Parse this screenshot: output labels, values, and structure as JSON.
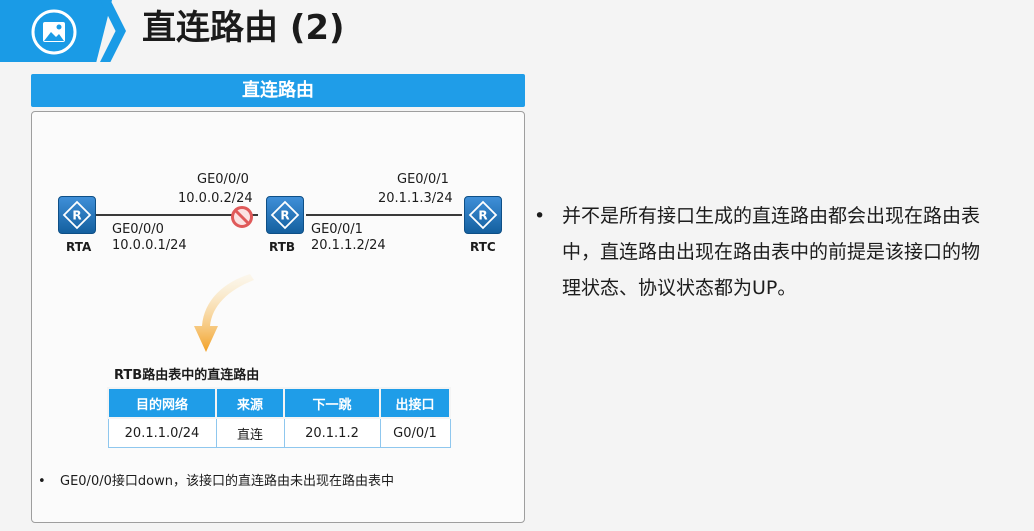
{
  "header": {
    "title": "直连路由 (2)",
    "badge_color": "#1a9be6",
    "icon": "image-icon"
  },
  "panel": {
    "title": "直连路由"
  },
  "topology": {
    "routers": [
      {
        "name": "RTA",
        "icon": "router-icon"
      },
      {
        "name": "RTB",
        "icon": "router-icon"
      },
      {
        "name": "RTC",
        "icon": "router-icon"
      }
    ],
    "rta_port": {
      "interface": "GE0/0/0",
      "ip": "10.0.0.1/24"
    },
    "rtb_left_port": {
      "interface": "GE0/0/0",
      "ip": "10.0.0.2/24"
    },
    "rtb_right_port": {
      "interface": "GE0/0/1",
      "ip": "20.1.1.2/24"
    },
    "rtc_port": {
      "interface": "GE0/0/1",
      "ip": "20.1.1.3/24"
    },
    "down_marker_icon": "prohibited-icon",
    "arrow_icon": "curved-arrow-down-icon"
  },
  "route_table": {
    "title": "RTB路由表中的直连路由",
    "headers": [
      "目的网络",
      "来源",
      "下一跳",
      "出接口"
    ],
    "rows": [
      [
        "20.1.1.0/24",
        "直连",
        "20.1.1.2",
        "G0/0/1"
      ]
    ],
    "header_color": "#1f9de8"
  },
  "note": {
    "bullet": "•",
    "text": "GE0/0/0接口down，该接口的直连路由未出现在路由表中"
  },
  "right_text": {
    "bullet": "•",
    "lines": [
      "并不是所有接口生成的直连路由都会出现在路由表",
      "中，直连路由出现在路由表中的前提是该接口的物",
      "理状态、协议状态都为UP。"
    ]
  }
}
